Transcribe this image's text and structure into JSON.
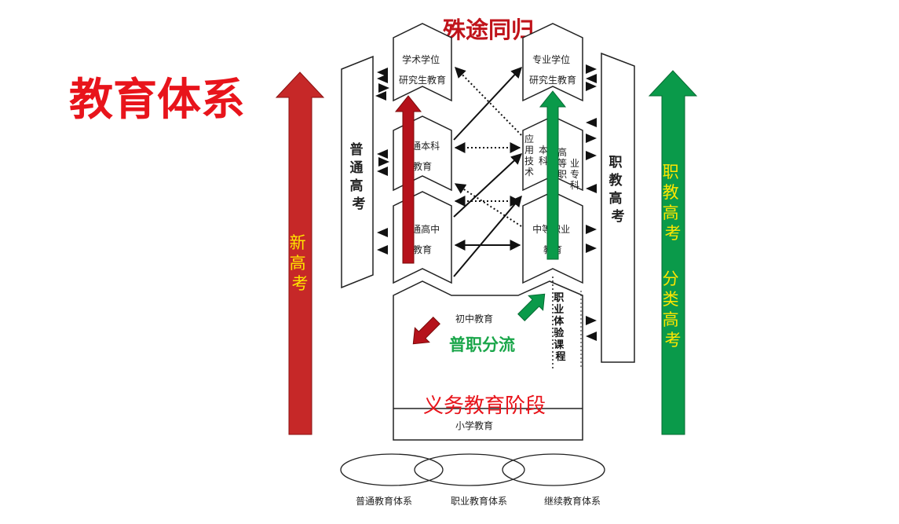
{
  "page_title": "教育体系",
  "top_title": "殊途同归",
  "tracking_label": "普职分流",
  "compulsory_label": "义务教育阶段",
  "left_arrow_label": "新高考",
  "right_arrow_label_1": "职教高考",
  "right_arrow_label_2": "分类高考",
  "left_exam_label": "普通高考",
  "right_exam_label": "职教高考",
  "boxes": {
    "academic_grad": [
      "学术学位",
      "研究生教育"
    ],
    "professional_grad": [
      "专业学位",
      "研究生教育"
    ],
    "general_undergrad": [
      "普通本科",
      "教育"
    ],
    "applied_undergrad": "应用技术本科",
    "vocational_college": "高等职业专科",
    "general_high": [
      "普通高中",
      "教育"
    ],
    "secondary_vocational": [
      "中等职业",
      "教育"
    ],
    "junior_high": "初中教育",
    "vocational_experience": "职业体验课程",
    "primary": "小学教育"
  },
  "systems": [
    "普通教育体系",
    "职业教育体系",
    "继续教育体系"
  ],
  "colors": {
    "title_red": "#e8141b",
    "dark_red": "#b5121b",
    "arrow_red": "#c62828",
    "arrow_green": "#0a9a4a",
    "label_yellow": "#ffe600",
    "tracking_green": "#1aa64a"
  }
}
